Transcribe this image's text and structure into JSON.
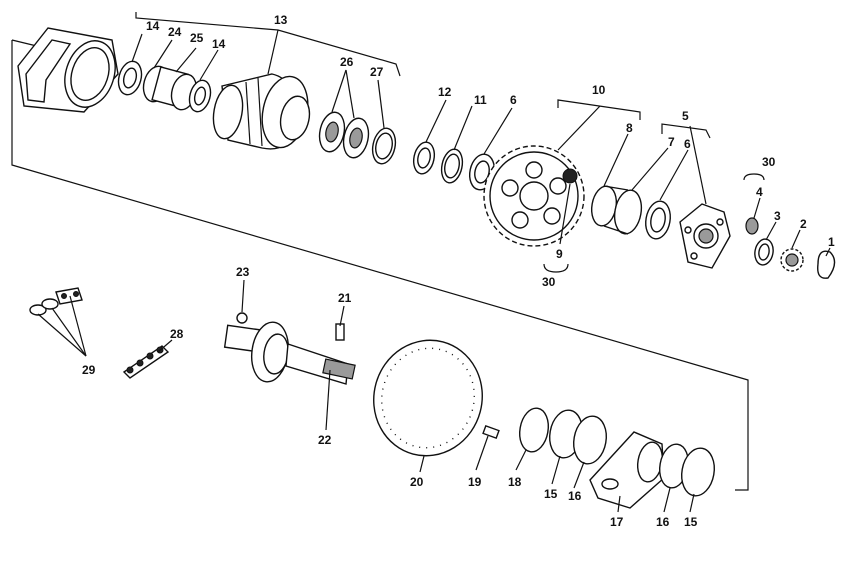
{
  "callouts": {
    "c1": "1",
    "c2": "2",
    "c3": "3",
    "c4": "4",
    "c5": "5",
    "c6a": "6",
    "c6b": "6",
    "c7": "7",
    "c8": "8",
    "c9": "9",
    "c10": "10",
    "c11": "11",
    "c12": "12",
    "c13": "13",
    "c14a": "14",
    "c14b": "14",
    "c15a": "15",
    "c15b": "15",
    "c16a": "16",
    "c16b": "16",
    "c17": "17",
    "c18": "18",
    "c19": "19",
    "c20": "20",
    "c21": "21",
    "c22": "22",
    "c23": "23",
    "c24": "24",
    "c25": "25",
    "c26": "26",
    "c27": "27",
    "c28": "28",
    "c29": "29",
    "c30a": "30",
    "c30b": "30"
  }
}
